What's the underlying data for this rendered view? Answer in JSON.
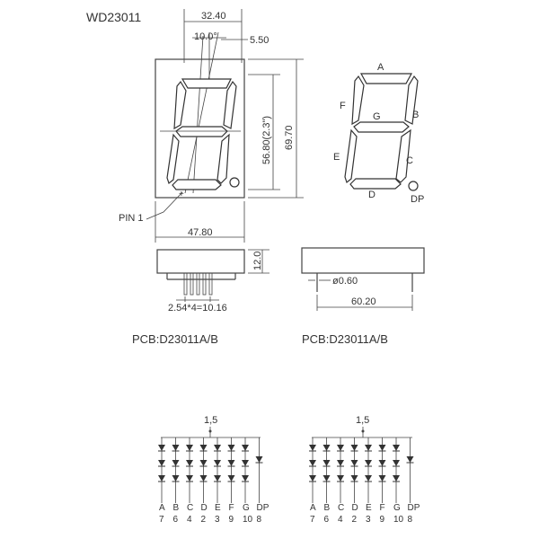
{
  "title": "WD23011",
  "front_view": {
    "dim_top_width": "32.40",
    "dim_angle": "10.0°",
    "dim_offset": "5.50",
    "dim_digit_height": "56.80(2.3\")",
    "dim_total_height": "69.70",
    "dim_bottom_width": "47.80",
    "pin1_label": "PIN 1"
  },
  "segment_view": {
    "labels": {
      "A": "A",
      "B": "B",
      "C": "C",
      "D": "D",
      "E": "E",
      "F": "F",
      "G": "G",
      "DP": "DP"
    }
  },
  "side_view": {
    "dim_depth": "12.0",
    "dim_pitch": "2.54*4=10.16"
  },
  "end_view": {
    "dim_pin_dia": "ø0.60",
    "dim_pin_span": "60.20"
  },
  "pcb_left": "PCB:D23011A/B",
  "pcb_right": "PCB:D23011A/B",
  "circuit_left": {
    "common_pins": "1,5",
    "segments": [
      "A",
      "B",
      "C",
      "D",
      "E",
      "F",
      "G",
      "DP"
    ],
    "pins": [
      "7",
      "6",
      "4",
      "2",
      "3",
      "9",
      "10",
      "8"
    ]
  },
  "circuit_right": {
    "common_pins": "1,5",
    "segments": [
      "A",
      "B",
      "C",
      "D",
      "E",
      "F",
      "G",
      "DP"
    ],
    "pins": [
      "7",
      "6",
      "4",
      "2",
      "3",
      "9",
      "10",
      "8"
    ]
  }
}
